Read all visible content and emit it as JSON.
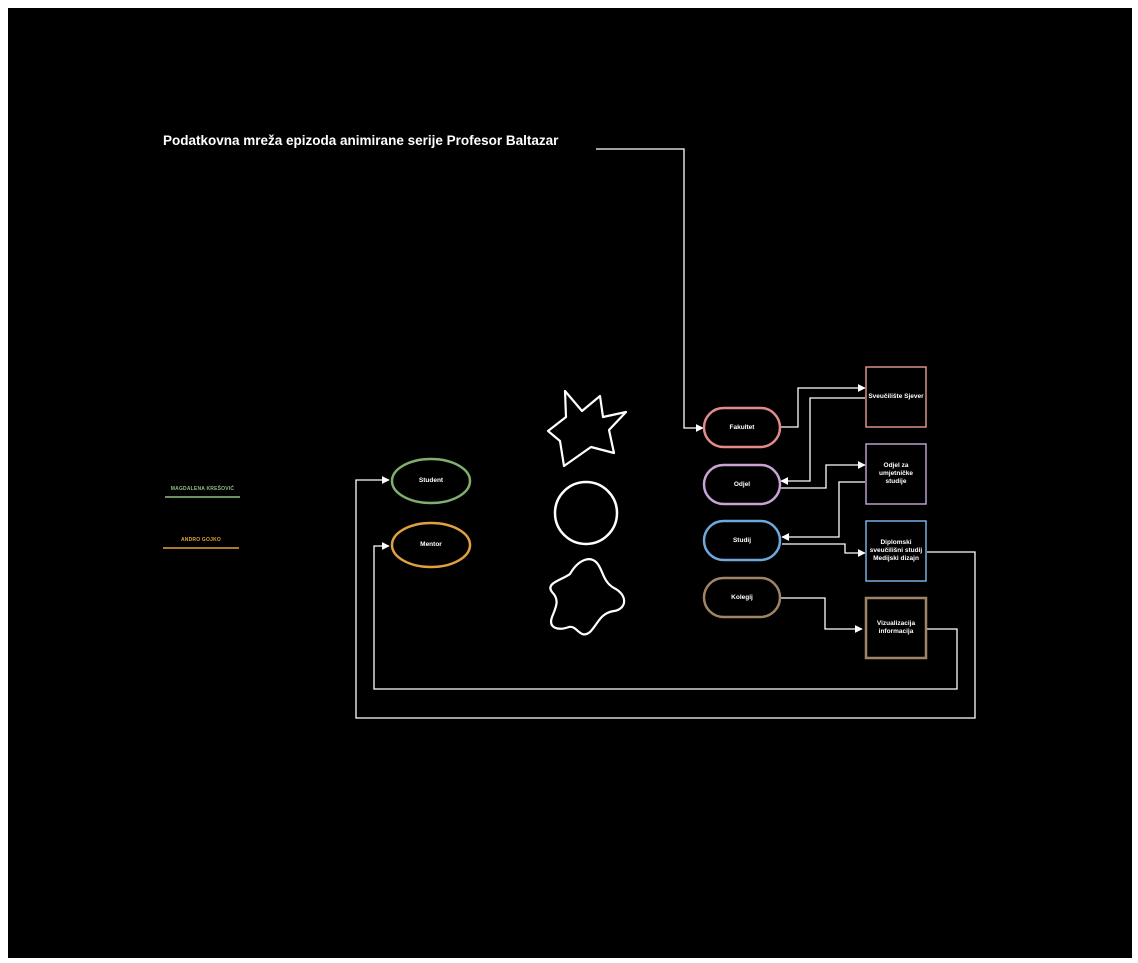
{
  "title": "Podatkovna mreža epizoda animirane serije Profesor Baltazar",
  "authors": [
    {
      "name": "MAGDALENA KREŠOVIĆ",
      "color": "#8fbf7f"
    },
    {
      "name": "ANDRO GOJKO",
      "color": "#e2a33a"
    }
  ],
  "people": [
    {
      "label": "Student",
      "color": "#7fae6e"
    },
    {
      "label": "Mentor",
      "color": "#e0a040"
    }
  ],
  "categories": [
    {
      "label": "Fakultet",
      "color": "#e38a8a"
    },
    {
      "label": "Odjel",
      "color": "#c8a4d4"
    },
    {
      "label": "Studij",
      "color": "#6fa8dc"
    },
    {
      "label": "Kolegij",
      "color": "#a08468"
    }
  ],
  "details": [
    {
      "label": "Sveučilište Sjever",
      "color": "#d9908a"
    },
    {
      "label": "Odjel za umjetničke studije",
      "color": "#b8a0c8"
    },
    {
      "label": "Diplomski sveučilišni studij Medijski dizajn",
      "color": "#7aaede"
    },
    {
      "label": "Vizualizacija informacija",
      "color": "#a0846a"
    }
  ],
  "shapes": [
    "star-icon",
    "circle-icon",
    "blob-icon"
  ],
  "colors": {
    "background": "#000000",
    "line": "#ffffff"
  }
}
